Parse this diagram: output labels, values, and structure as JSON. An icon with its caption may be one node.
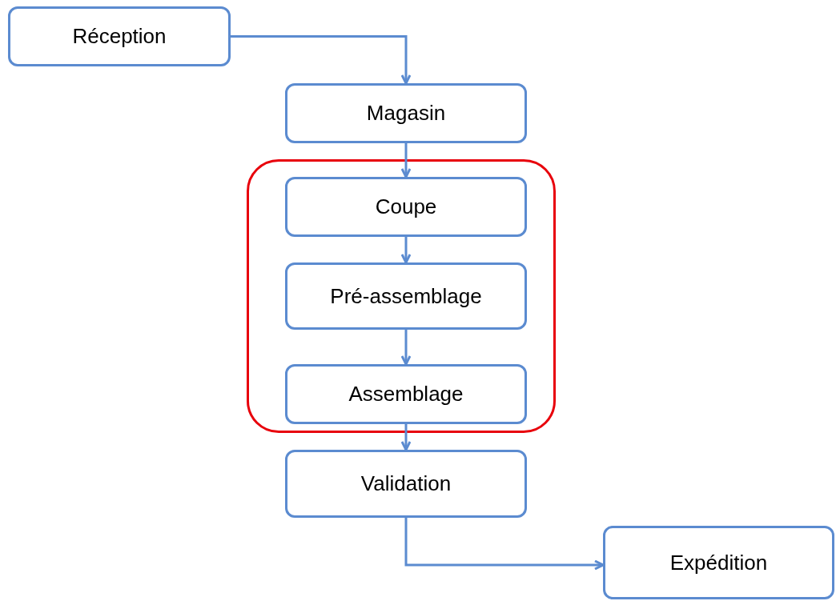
{
  "diagram": {
    "nodes": [
      {
        "text": [
          "Réception"
        ]
      },
      {
        "text": [
          "Magasin"
        ]
      },
      {
        "text": [],
        "shape": "box"
      },
      {
        "text": [
          "Coupe"
        ],
        "in": 2
      },
      {
        "text": [
          "Pré-assemblage"
        ],
        "in": 2
      },
      {
        "text": [
          "Assemblage"
        ],
        "in": 2
      },
      {
        "text": [
          "Validation"
        ]
      },
      {
        "text": [
          "Expédition"
        ]
      }
    ],
    "edges": [
      {
        "from": 0,
        "to": 1,
        "arrow": "to"
      },
      {
        "from": 1,
        "to": 3,
        "arrow": "to"
      },
      {
        "from": 3,
        "to": 4,
        "arrow": "to"
      },
      {
        "from": 4,
        "to": 5,
        "arrow": "to"
      },
      {
        "from": 5,
        "to": 6,
        "arrow": "to"
      },
      {
        "from": 6,
        "to": 7,
        "arrow": "to"
      }
    ]
  }
}
